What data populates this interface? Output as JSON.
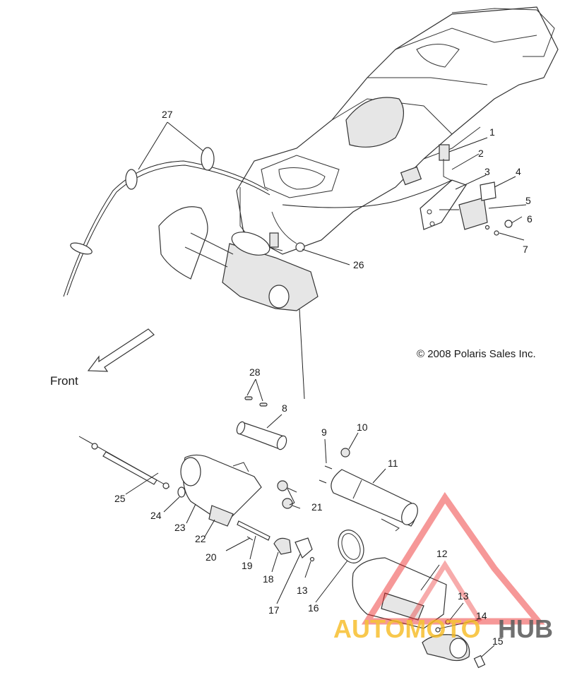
{
  "copyright": "© 2008 Polaris Sales Inc.",
  "direction_label": "Front",
  "callouts": [
    "1",
    "2",
    "3",
    "4",
    "5",
    "6",
    "7",
    "8",
    "9",
    "10",
    "11",
    "12",
    "13",
    "13",
    "14",
    "15",
    "16",
    "17",
    "18",
    "19",
    "20",
    "21",
    "22",
    "23",
    "24",
    "25",
    "26",
    "27",
    "28"
  ],
  "watermark": {
    "part1": "AUTOMOTO",
    "part2": "HUB",
    "color_primary": "#f5b91e",
    "color_secondary": "#4a4a4a",
    "color_logo": "#ec2a2a"
  }
}
